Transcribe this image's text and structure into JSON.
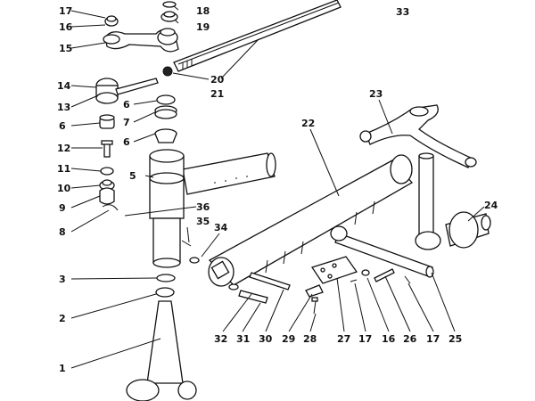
{
  "labels": {
    "l1": "1",
    "l2": "2",
    "l3": "3",
    "l5": "5",
    "l6a": "6",
    "l6b": "6",
    "l6c": "6",
    "l7": "7",
    "l8": "8",
    "l9": "9",
    "l10": "10",
    "l11": "11",
    "l12": "12",
    "l13": "13",
    "l14": "14",
    "l15": "15",
    "l16a": "16",
    "l16b": "16",
    "l17a": "17",
    "l17b": "17",
    "l17c": "17",
    "l18": "18",
    "l19": "19",
    "l20": "20",
    "l21": "21",
    "l22": "22",
    "l23": "23",
    "l24": "24",
    "l25": "25",
    "l26": "26",
    "l27": "27",
    "l28": "28",
    "l29": "29",
    "l30": "30",
    "l31": "31",
    "l32": "32",
    "l33": "33",
    "l34": "34",
    "l35": "35",
    "l36": "36"
  }
}
